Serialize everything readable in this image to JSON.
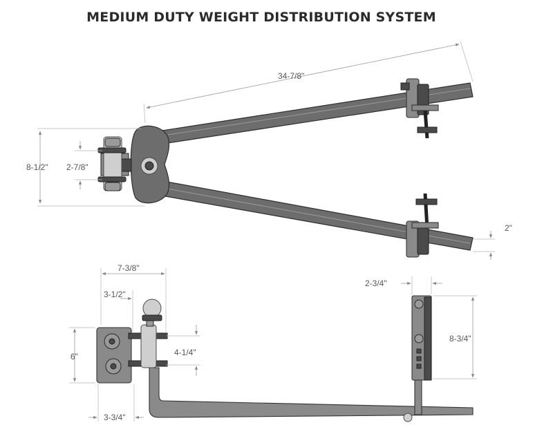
{
  "title": "MEDIUM DUTY WEIGHT DISTRIBUTION SYSTEM",
  "dimensions": {
    "bar_length": "34-7/8\"",
    "head_height": "8-1/2\"",
    "shank_width": "2-7/8\"",
    "bar_offset": "2\"",
    "head_depth": "7-3/8\"",
    "ball_height": "3-1/2\"",
    "shank_height": "4-1/4\"",
    "plate_height": "6\"",
    "plate_width": "3-3/4\"",
    "bracket_width": "2-3/4\"",
    "bracket_height": "8-3/4\""
  }
}
